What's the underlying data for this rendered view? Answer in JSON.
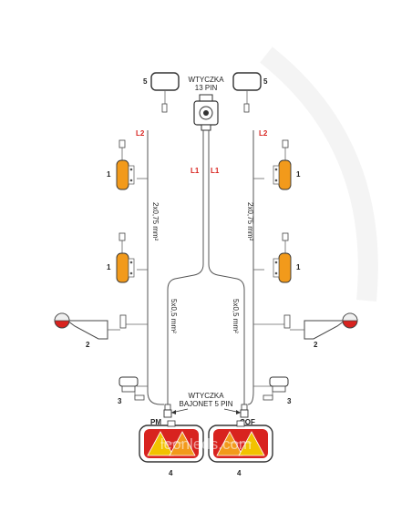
{
  "labels": {
    "plug_13_line1": "WTYCZKA",
    "plug_13_line2": "13 PIN",
    "plug_5_line1": "WTYCZKA",
    "plug_5_line2": "BAJONET 5 PIN",
    "cable_main_left": "2x0,75 mm²",
    "cable_main_right": "2x0,75 mm²",
    "cable_branch_left": "5x0,5 mm²",
    "cable_branch_right": "5x0,5 mm²",
    "l2_left": "L2",
    "l2_right": "L2",
    "l1_left": "L1",
    "l1_right": "L1",
    "pm": "PM",
    "cof": "COF",
    "watermark": "leonleds.com"
  },
  "part_numbers": {
    "top_lamp": "5",
    "side_marker": "1",
    "outline_marker": "2",
    "plate_lamp": "3",
    "rear_lamp": "4"
  },
  "colors": {
    "amber": "#f29a1b",
    "red": "#d8231f",
    "yellow": "#f2c200",
    "wire": "#555555",
    "label_red": "#d8231f"
  },
  "icons": [
    "plug-13-pin-icon",
    "bayonet-connector-icon",
    "side-marker-lamp-icon",
    "outline-marker-lamp-icon",
    "licence-plate-lamp-icon",
    "rear-lamp-icon"
  ]
}
